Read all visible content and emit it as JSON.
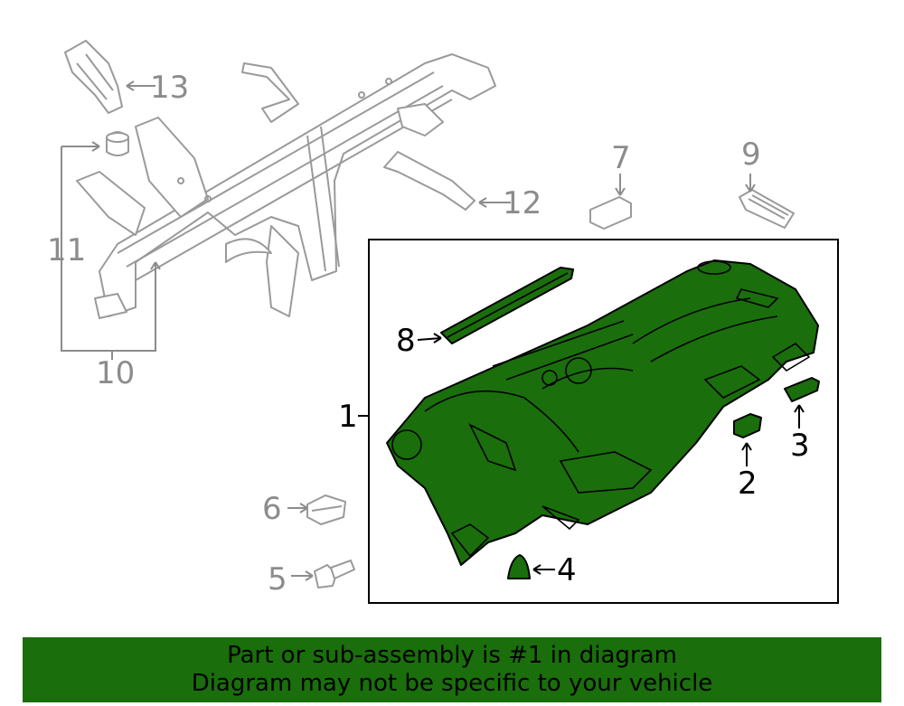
{
  "callouts": {
    "c1": "1",
    "c2": "2",
    "c3": "3",
    "c4": "4",
    "c5": "5",
    "c6": "6",
    "c7": "7",
    "c8": "8",
    "c9": "9",
    "c10": "10",
    "c11": "11",
    "c12": "12",
    "c13": "13"
  },
  "highlight_color": "#1a6e0c",
  "banner": {
    "line1": "Part or sub-assembly is #1 in diagram",
    "line2": "Diagram may not be specific to your vehicle"
  }
}
